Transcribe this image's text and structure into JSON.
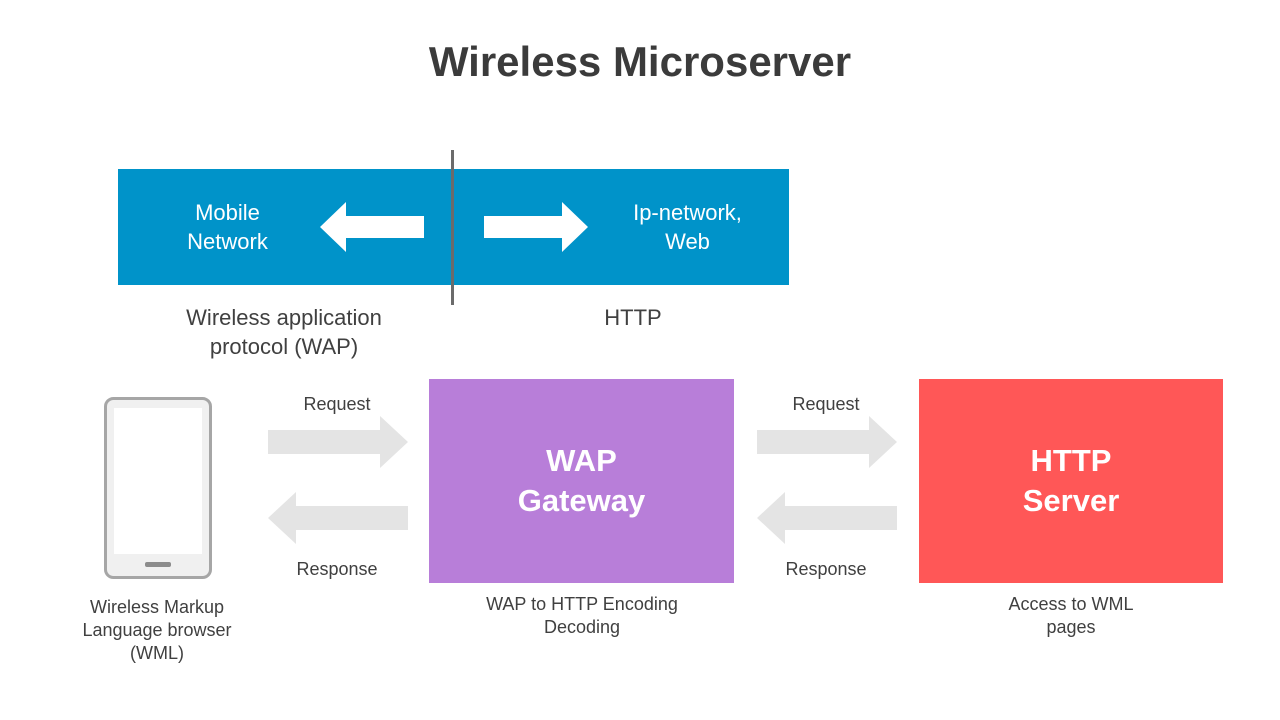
{
  "title": "Wireless Microserver",
  "banner": {
    "left_label": "Mobile\nNetwork",
    "right_label": "Ip-network,\nWeb",
    "color": "#0093c9"
  },
  "protocols": {
    "left": "Wireless application\nprotocol (WAP)",
    "right": "HTTP"
  },
  "phone": {
    "caption": "Wireless Markup\nLanguage browser\n(WML)"
  },
  "flow1": {
    "request": "Request",
    "response": "Response"
  },
  "flow2": {
    "request": "Request",
    "response": "Response"
  },
  "gateway": {
    "label": "WAP\nGateway",
    "caption": "WAP to HTTP Encoding\nDecoding",
    "color": "#b87ed9"
  },
  "server": {
    "label": "HTTP\nServer",
    "caption": "Access to WML\npages",
    "color": "#ff5757"
  }
}
